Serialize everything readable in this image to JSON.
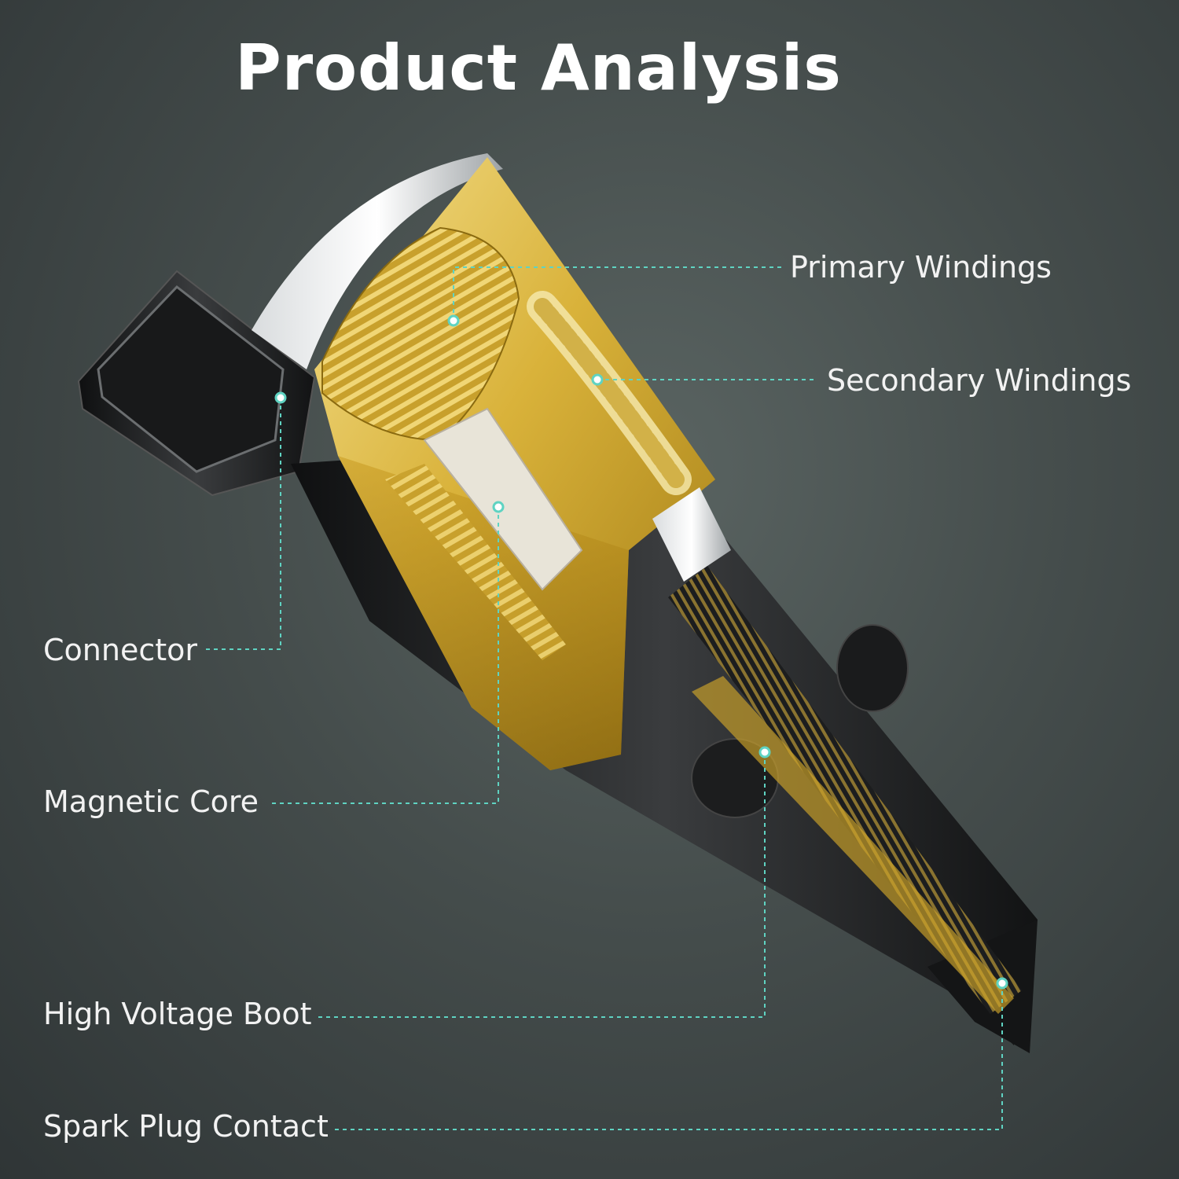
{
  "title": "Product Analysis",
  "labels": {
    "primary_windings": "Primary Windings",
    "secondary_windings": "Secondary Windings",
    "connector": "Connector",
    "magnetic_core": "Magnetic Core",
    "high_voltage_boot": "High Voltage Boot",
    "spark_plug_contact": "Spark Plug Contact"
  },
  "colors": {
    "leader_line": "#5fd3c2",
    "gold": "#d9b23a",
    "body_dark": "#1e1f20"
  }
}
